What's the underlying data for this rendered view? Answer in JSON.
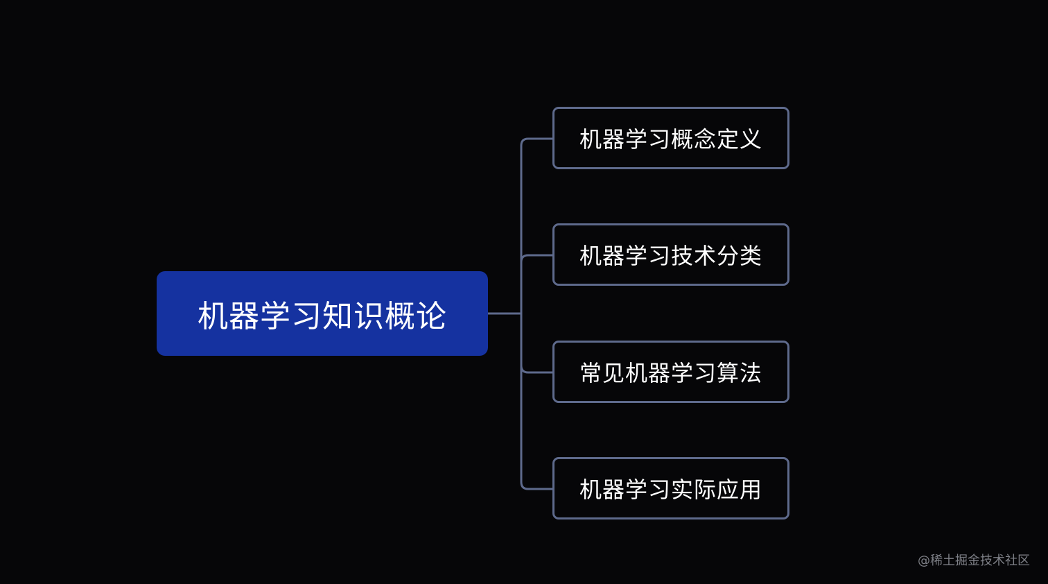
{
  "mindmap": {
    "root": {
      "label": "机器学习知识概论"
    },
    "children": [
      {
        "label": "机器学习概念定义"
      },
      {
        "label": "机器学习技术分类"
      },
      {
        "label": "常见机器学习算法"
      },
      {
        "label": "机器学习实际应用"
      }
    ]
  },
  "watermark": {
    "text": "@稀土掘金技术社区"
  },
  "colors": {
    "background": "#060608",
    "root_fill": "#1532a0",
    "child_border": "#5e6a8c",
    "connector": "#5e6a8c",
    "text": "#ffffff",
    "watermark": "#7d7f86"
  }
}
